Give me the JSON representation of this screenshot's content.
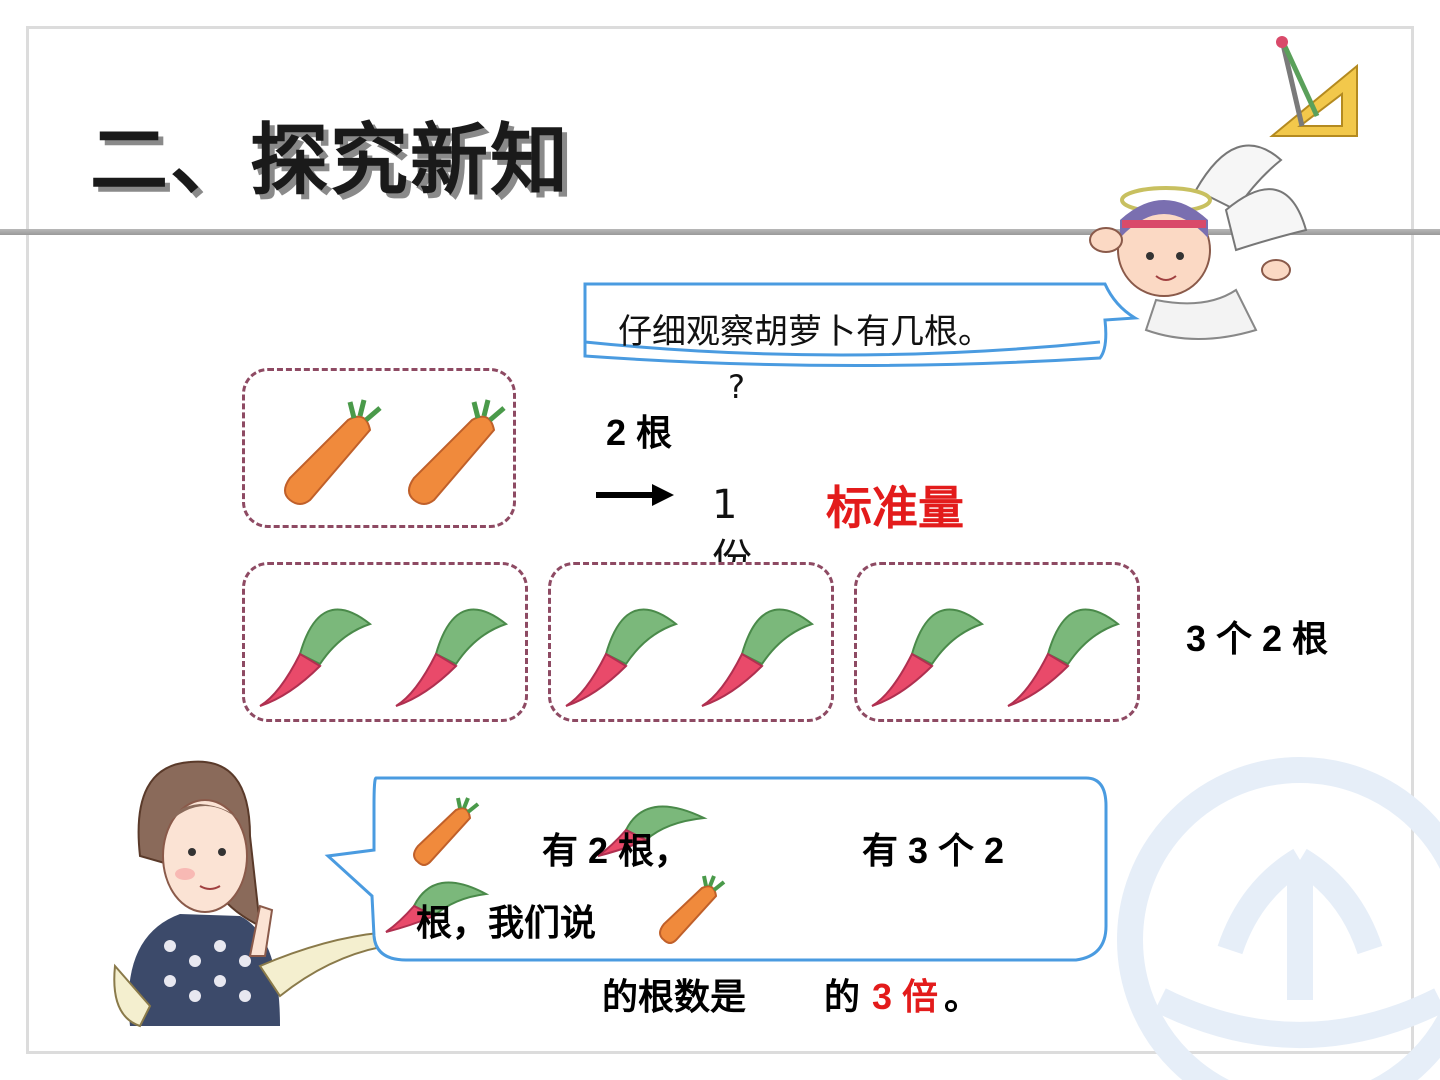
{
  "slide": {
    "title": "二、探究新知",
    "angel_bubble": {
      "text": "仔细观察胡萝卜有几根。"
    },
    "question_mark": "?",
    "carrot_count": "2 根",
    "one_part": "1 份",
    "standard_label": "标准量",
    "radish_count": "3 个 2 根",
    "girl_bubble": {
      "part1": "有 2 根，",
      "part2": "有 3 个 2",
      "part3": "根，我们说",
      "part4": "的根数是",
      "part5": "的",
      "part6": "3 倍",
      "part7": "。"
    },
    "colors": {
      "accent_red": "#e31b1b",
      "box_border": "#8e4a63",
      "bubble_border": "#4a9be0",
      "carrot": "#f08a3c",
      "radish": "#e94a6a",
      "leaf": "#6aa86a"
    },
    "icons": [
      "compass-ruler-icon",
      "angel-character",
      "girl-character",
      "carrot-icon",
      "radish-icon",
      "watermark-logo"
    ]
  }
}
